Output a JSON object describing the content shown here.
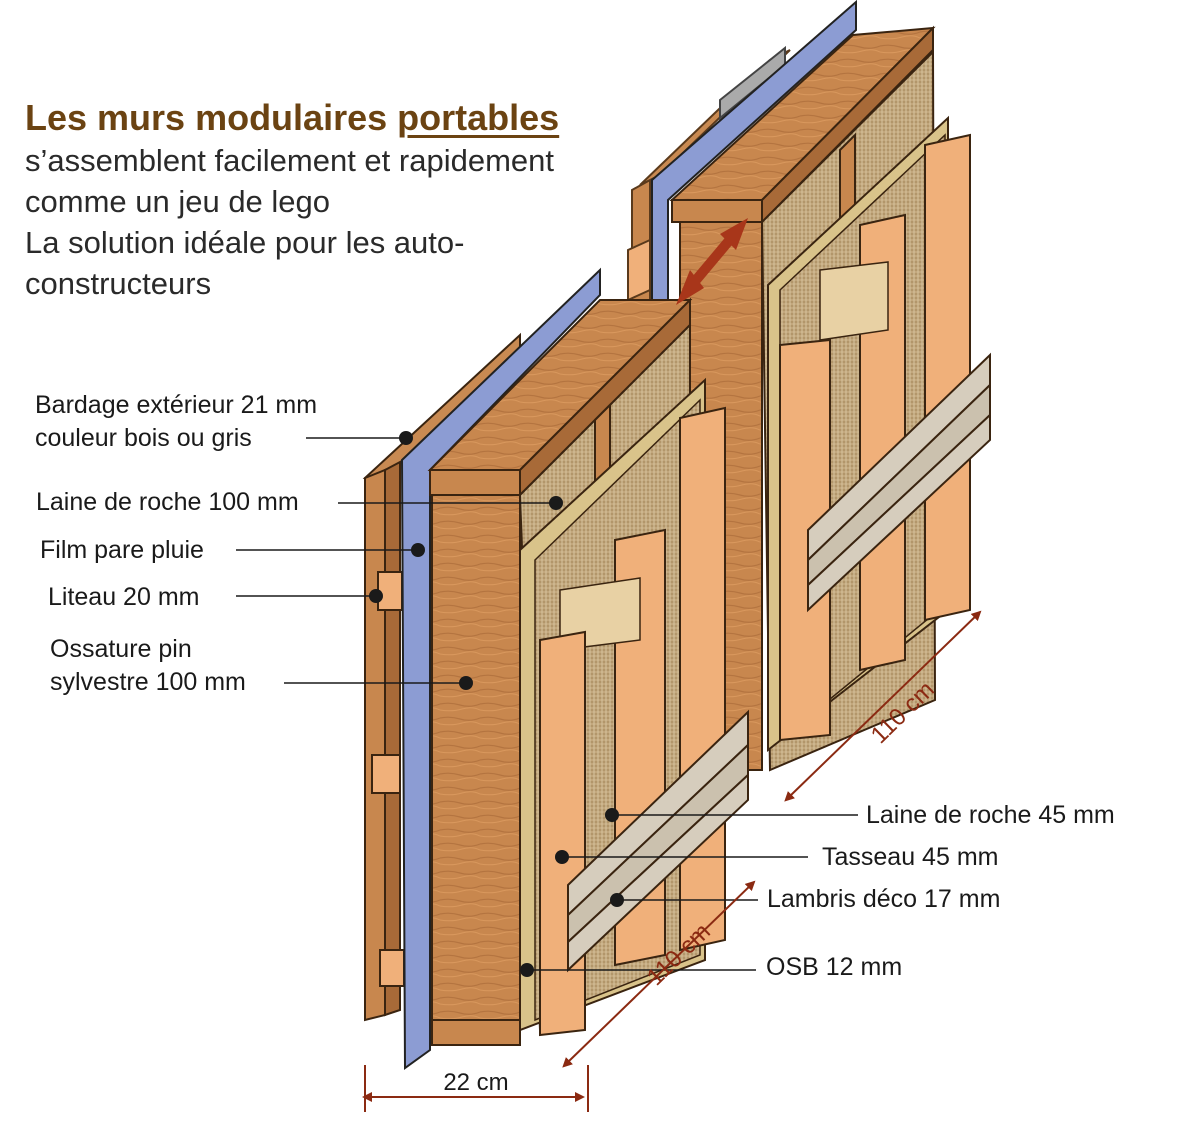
{
  "heading": {
    "title_plain": "Les murs modulaires ",
    "title_underlined": "portables",
    "lines": [
      "s’assemblent facilement et rapidement",
      "comme un jeu de lego",
      "La solution idéale pour les auto-",
      "constructeurs"
    ]
  },
  "labels": {
    "bardage_line1": "Bardage extérieur 21 mm",
    "bardage_line2": "couleur bois ou gris",
    "laine_100": "Laine de roche 100 mm",
    "film": "Film pare pluie",
    "liteau": "Liteau 20 mm",
    "ossature_line1": "Ossature pin",
    "ossature_line2": "sylvestre 100 mm",
    "laine_45": "Laine de roche 45 mm",
    "tasseau": "Tasseau 45 mm",
    "lambris": "Lambris déco 17 mm",
    "osb": "OSB 12 mm"
  },
  "dimensions": {
    "depth": "22 cm",
    "width_front": "110 cm",
    "width_back": "110 cm"
  },
  "colors": {
    "title": "#6b4312",
    "dimension": "#8b2a12",
    "wood": "#c8874e",
    "wood_light": "#f0b07a",
    "film": "#8c9cd3",
    "insulation": "#c2a77d",
    "cladding": "#d6cdbd"
  }
}
